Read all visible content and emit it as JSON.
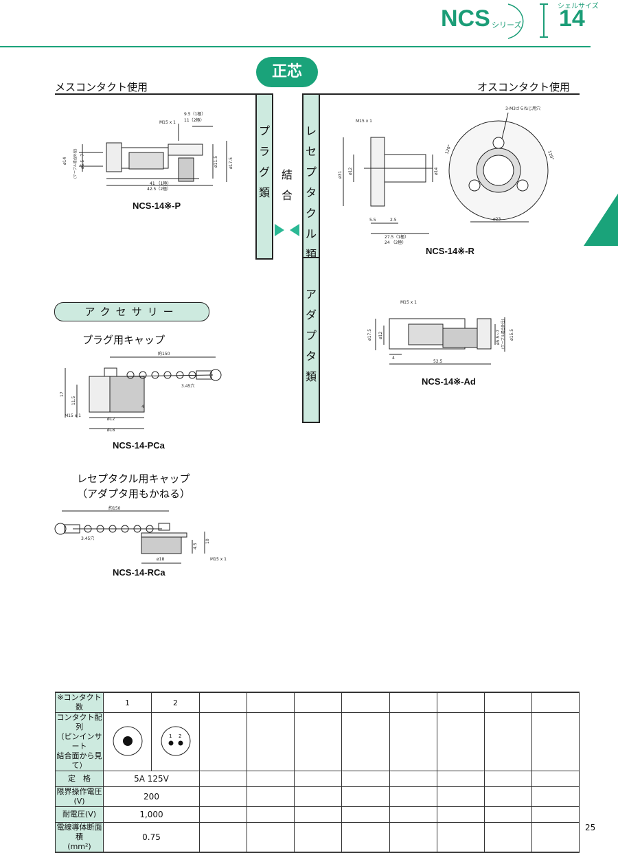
{
  "header": {
    "series": "NCS",
    "series_suffix": "シリーズ",
    "shell_label": "シェルサイズ",
    "shell_size": "14"
  },
  "section": {
    "title": "正芯",
    "female_heading": "メスコンタクト使用",
    "male_heading": "オスコンタクト使用",
    "plug_column": [
      "プ",
      "ラ",
      "グ",
      "類"
    ],
    "mating_label": [
      "結",
      "合"
    ],
    "receptacle_column": [
      "レ",
      "セ",
      "プ",
      "タ",
      "ク",
      "ル",
      "類"
    ],
    "adapter_column": [
      "ア",
      "ダ",
      "プ",
      "タ",
      "類"
    ]
  },
  "drawings": {
    "plug": {
      "caption": "NCS-14※-P",
      "dims": [
        "M15 x 1",
        "9.5（1極）",
        "11（2極）",
        "ø14",
        "(ケーブル適合外径)",
        "ø5.5~7",
        "ø11.5",
        "ø17.5",
        "41 （1極）",
        "42.5（2極）"
      ]
    },
    "receptacle": {
      "caption": "NCS-14※-R",
      "dims": [
        "M15 x 1",
        "ø31",
        "ø12",
        "ø14",
        "5.5",
        "2.5",
        "27.5（1極）",
        "24 （2極）",
        "3-M3さらねじ用穴",
        "120°",
        "120°",
        "ø23"
      ]
    },
    "adapter": {
      "caption": "NCS-14※-Ad",
      "dims": [
        "M15 x 1",
        "ø17.5",
        "ø12",
        "4",
        "ø5.5~7",
        "(ケーブル適合外径)",
        "ø15.5",
        "52.5"
      ]
    }
  },
  "accessory": {
    "title": "アクセサリー",
    "plug_cap_heading": "プラグ用キャップ",
    "plug_cap": {
      "caption": "NCS-14-PCa",
      "dims": [
        "約150",
        "3.45穴",
        "17",
        "11.5",
        "4",
        "M15 x 1",
        "ø12",
        "ø18"
      ]
    },
    "receptacle_cap_heading_1": "レセプタクル用キャップ",
    "receptacle_cap_heading_2": "（アダプタ用もかねる）",
    "receptacle_cap": {
      "caption": "NCS-14-RCa",
      "dims": [
        "約150",
        "3.45穴",
        "10",
        "4.5",
        "ø18",
        "M15 x 1"
      ]
    }
  },
  "spec_table": {
    "rows": [
      {
        "label": "※コンタクト数",
        "values": [
          "1",
          "2"
        ]
      },
      {
        "label_lines": [
          "コンタクト配列",
          "（ピンインサート",
          "結合面から見て）"
        ]
      },
      {
        "label": "定　格",
        "value": "5A 125V"
      },
      {
        "label": "限界操作電圧(V)",
        "value": "200"
      },
      {
        "label": "耐電圧(V)",
        "value": "1,000"
      },
      {
        "label_lines": [
          "電線導体断面積",
          "(mm²)"
        ],
        "value": "0.75"
      }
    ],
    "pin_labels": [
      "1",
      "2"
    ]
  },
  "page_number": "25",
  "colors": {
    "accent": "#1aa37a",
    "fill": "#cdeadf"
  }
}
